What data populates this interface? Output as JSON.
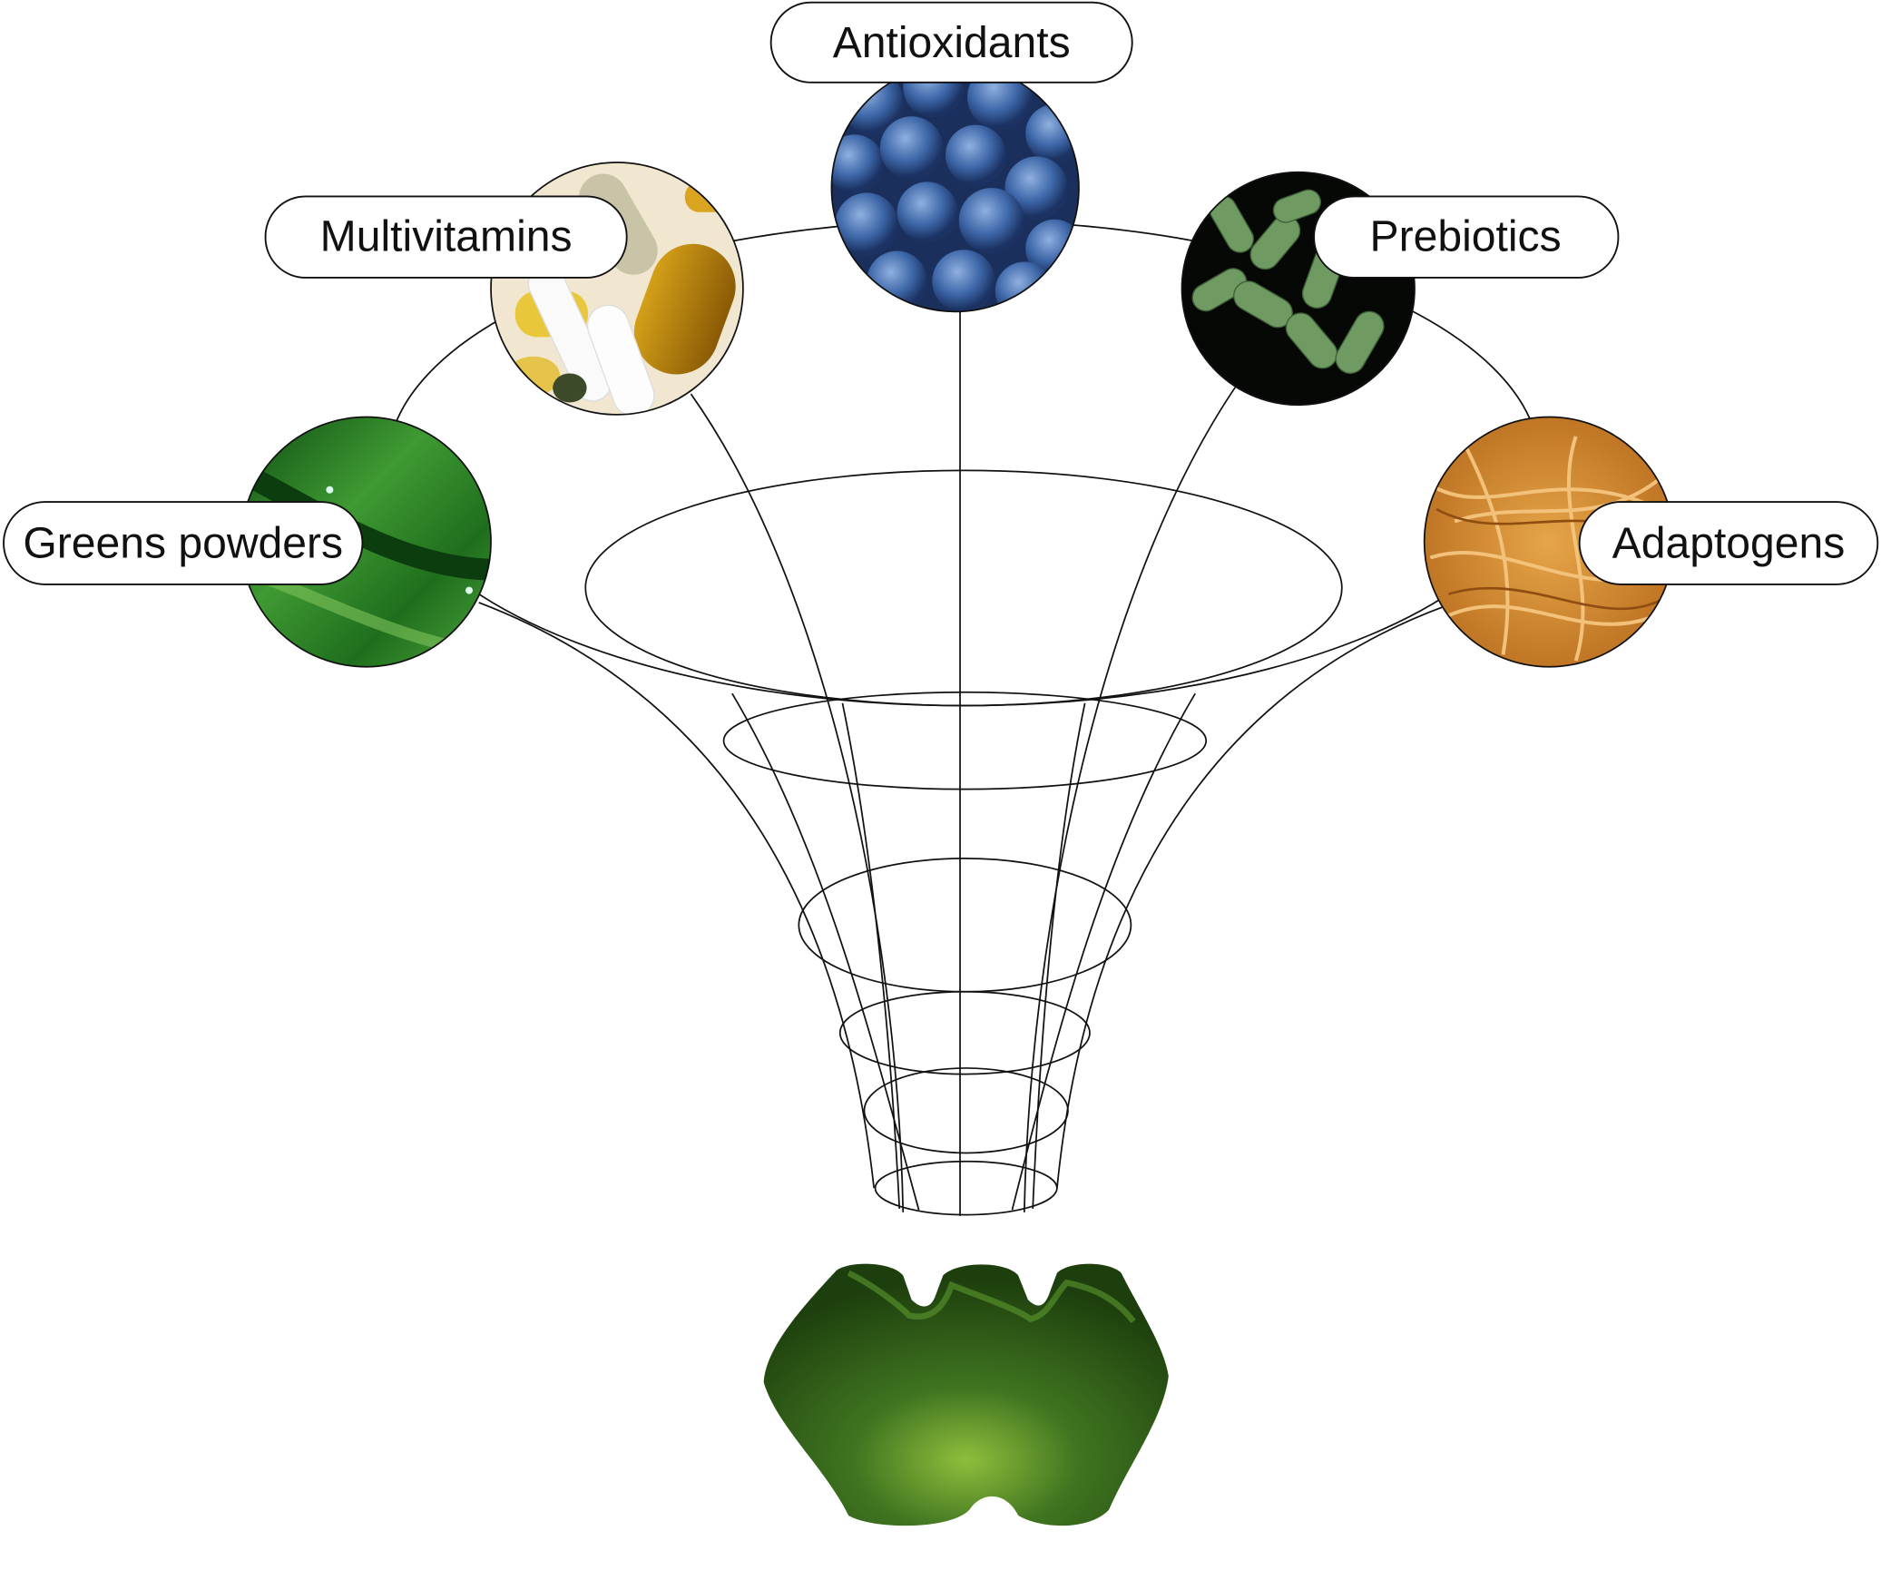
{
  "diagram": {
    "ingredients": [
      {
        "label": "Antioxidants",
        "image": "blueberries"
      },
      {
        "label": "Multivitamins",
        "image": "vitamin-pills"
      },
      {
        "label": "Prebiotics",
        "image": "bacteria"
      },
      {
        "label": "Greens powders",
        "image": "green-liquid"
      },
      {
        "label": "Adaptogens",
        "image": "dried-roots"
      }
    ],
    "output": "green-gummy",
    "colors": {
      "line": "#111111",
      "gummy": "#3d6b1f",
      "blueberry": "#3f6db0",
      "bacteria": "#6f9a62",
      "roots": "#d8932f"
    }
  }
}
